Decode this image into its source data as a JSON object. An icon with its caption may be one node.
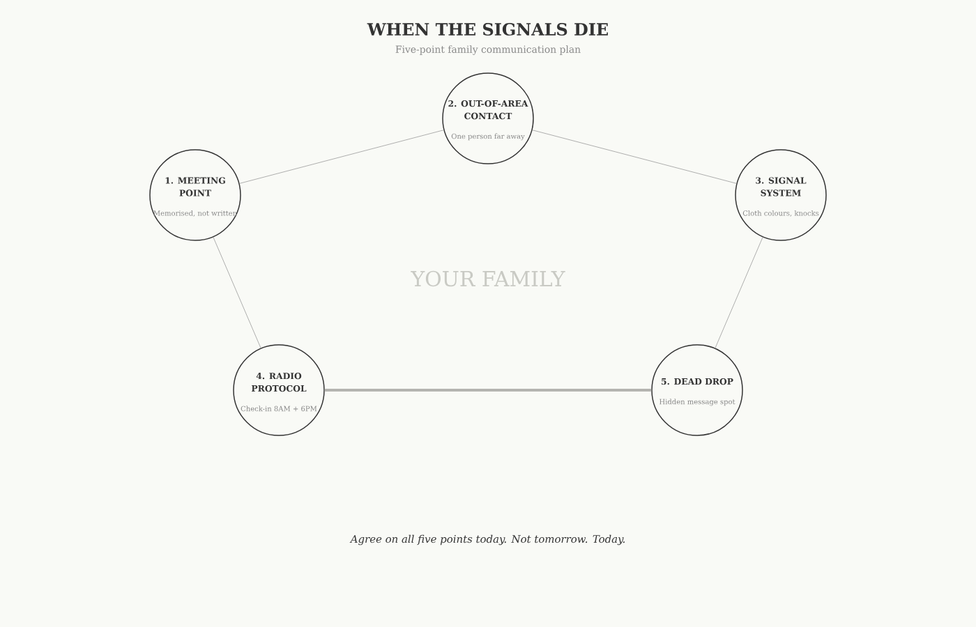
{
  "diagram": {
    "title": "WHEN THE SIGNALS DIE",
    "caption": "Agree on all five points today. Not tomorrow. Today.",
    "nodes": [
      {
        "text": [
          "1. MEETING POINT",
          "Memorised, not written"
        ]
      },
      {
        "text": [
          "2. OUT-OF-AREA CONTACT",
          "One person far away"
        ]
      },
      {
        "text": [
          "3. SIGNAL SYSTEM",
          "Cloth colours, knocks"
        ]
      },
      {
        "text": [
          "4. RADIO PROTOCOL",
          "Check-in 8AM + 6PM"
        ]
      },
      {
        "text": [
          "5. DEAD DROP",
          "Hidden message spot"
        ]
      }
    ],
    "edges": [
      {
        "from": 0,
        "to": 1,
        "arrow": "none"
      },
      {
        "from": 1,
        "to": 2,
        "arrow": "none"
      },
      {
        "from": 0,
        "to": 3,
        "arrow": "none"
      },
      {
        "from": 2,
        "to": 4,
        "arrow": "none"
      },
      {
        "from": 3,
        "to": 4,
        "arrow": "none",
        "style": "thick",
        "color": "#b4b4b0"
      }
    ],
    "labels": [
      "Five-point family communication plan",
      "YOUR FAMILY"
    ]
  }
}
